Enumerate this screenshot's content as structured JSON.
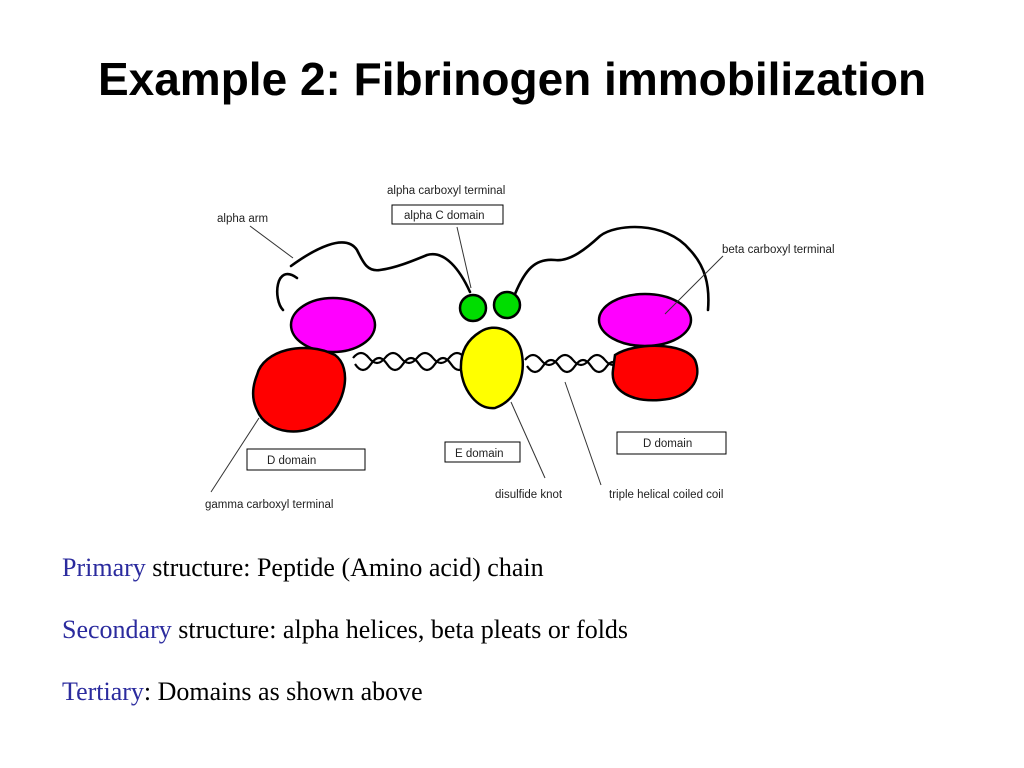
{
  "title": "Example 2: Fibrinogen immobilization",
  "diagram": {
    "labels": {
      "alpha_carboxyl_terminal": "alpha carboxyl terminal",
      "alpha_c_domain": "alpha C domain",
      "alpha_arm": "alpha arm",
      "beta_carboxyl_terminal": "beta carboxyl terminal",
      "d_domain_left": "D domain",
      "e_domain": "E domain",
      "d_domain_right": "D domain",
      "gamma_carboxyl_terminal": "gamma carboxyl terminal",
      "disulfide_knot": "disulfide knot",
      "triple_helical_coiled_coil": "triple helical coiled coil"
    },
    "colors": {
      "magenta_domain": "#ff00ff",
      "red_domain": "#ff0000",
      "yellow_domain": "#ffff00",
      "green_domain": "#00dd00",
      "outline": "#000000"
    }
  },
  "bullets": [
    {
      "keyword": "Primary",
      "text": " structure: Peptide (Amino acid) chain"
    },
    {
      "keyword": "Secondary",
      "text": " structure: alpha helices, beta pleats or folds"
    },
    {
      "keyword": "Tertiary",
      "text": ": Domains as shown above"
    }
  ],
  "accent_color": "#2b2b9e"
}
